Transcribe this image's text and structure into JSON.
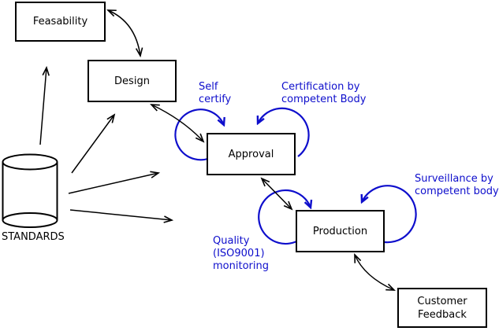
{
  "diagram": {
    "background_color": "#ffffff",
    "line_color": "#000000",
    "accent_color": "#0e0ecc",
    "nodes": {
      "feasability": {
        "label": "Feasability"
      },
      "design": {
        "label": "Design"
      },
      "approval": {
        "label": "Approval"
      },
      "production": {
        "label": "Production"
      },
      "customer_feedback": {
        "line1": "Customer",
        "line2": "Feedback"
      }
    },
    "datastore": {
      "label": "STANDARDS"
    },
    "annotations": {
      "self_certify": {
        "line1": "Self",
        "line2": "certify"
      },
      "certification": {
        "line1": "Certification by",
        "line2": "competent Body"
      },
      "surveillance": {
        "line1": "Surveillance by",
        "line2": "competent body"
      },
      "quality": {
        "line1": "Quality",
        "line2": "(ISO9001)",
        "line3": "monitoring"
      }
    }
  }
}
